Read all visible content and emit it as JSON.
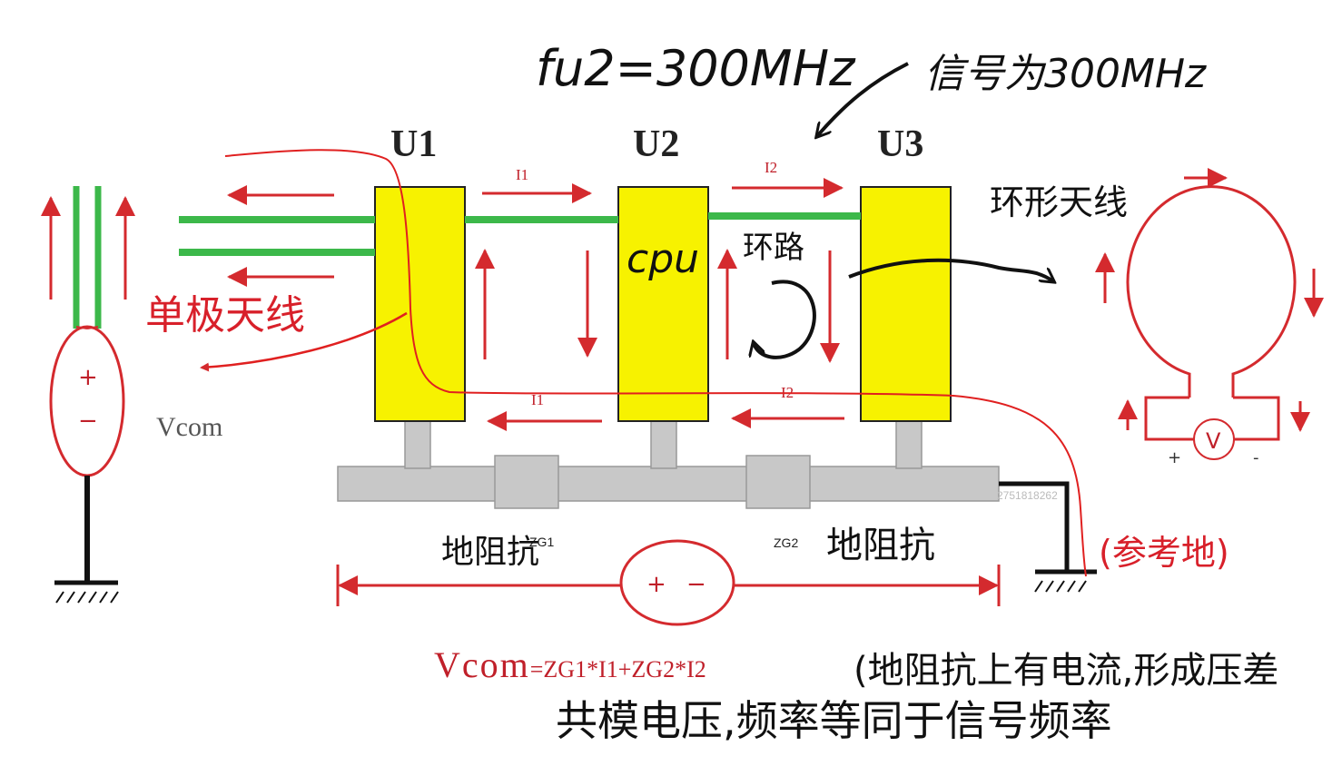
{
  "labels": {
    "u1": "U1",
    "u2": "U2",
    "u3": "U3",
    "i1_top": "I1",
    "i2_top": "I2",
    "i1_bottom": "I1",
    "i2_bottom": "I2",
    "zg1": "ZG1",
    "zg2": "ZG2",
    "vcom_left": "Vcom",
    "plus": "+",
    "minus": "−",
    "loop_meter": "V",
    "loop_plus": "+",
    "loop_minus": "-",
    "formula_big": "Vcom",
    "formula_rest": "=ZG1*I1+ZG2*I2",
    "watermark": "2751818262"
  },
  "annotations": {
    "freq": "fu2=300MHz",
    "signal": "信号为300MHz",
    "cpu": "cpu",
    "loop": "环路",
    "loop_antenna": "环形天线",
    "monopole": "单极天线",
    "ground_imp_1": "地阻抗",
    "ground_imp_2": "地阻抗",
    "reference_ground": "(参考地)",
    "note_1": "(地阻抗上有电流,形成压差",
    "note_2": "共模电压,频率等同于信号频率"
  },
  "colors": {
    "chip": "#f7f200",
    "trace": "#3cb84a",
    "arrow": "#d42a2e",
    "ground_plane": "#c8c8c8",
    "ink_red": "#e02020"
  }
}
